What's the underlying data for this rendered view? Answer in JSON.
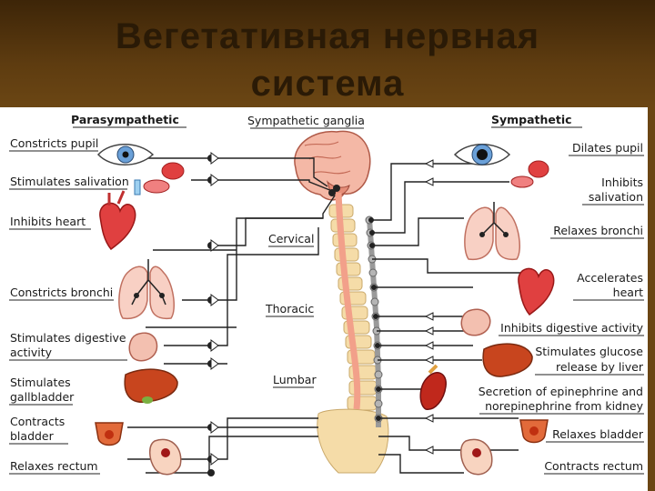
{
  "title": "Вегетативная нервная система",
  "title_line1": "Вегетативная нервная",
  "title_line2": "система",
  "headers": {
    "parasympathetic": "Parasympathetic",
    "ganglia": "Sympathetic ganglia",
    "sympathetic": "Sympathetic"
  },
  "spine_regions": {
    "cervical": "Cervical",
    "thoracic": "Thoracic",
    "lumbar": "Lumbar"
  },
  "parasympathetic_effects": [
    "Constricts pupil",
    "Stimulates salivation",
    "Inhibits heart",
    "Constricts bronchi",
    "Stimulates digestive",
    "activity",
    "Stimulates",
    "gallbladder",
    "Contracts",
    "bladder",
    "Relaxes rectum"
  ],
  "sympathetic_effects": [
    "Dilates pupil",
    "Inhibits",
    "salivation",
    "Relaxes bronchi",
    "Accelerates",
    "heart",
    "Inhibits digestive activity",
    "Stimulates glucose",
    "release by liver",
    "Secretion of epinephrine and",
    "norepinephrine from kidney",
    "Relaxes bladder",
    "Contracts rectum"
  ],
  "colors": {
    "header_brown": "#5e3c10",
    "organ_red": "#e04040",
    "spine_pink": "#f2a08a",
    "vertebra_yellow": "#f5dca8",
    "ganglia_gray": "#9a9a9a"
  }
}
